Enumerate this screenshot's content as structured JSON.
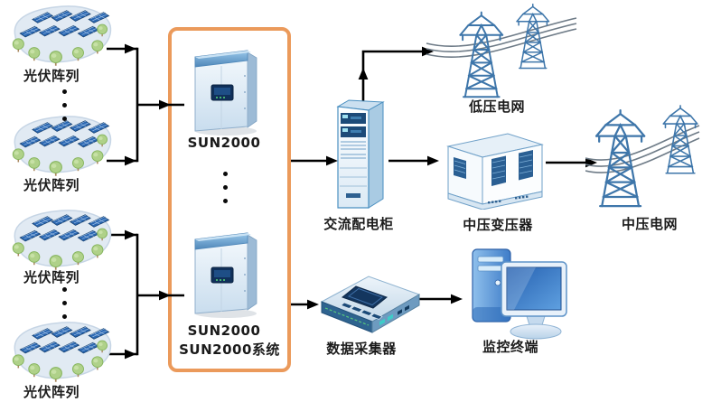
{
  "diagram": {
    "labels": {
      "pv_array": "光伏阵列",
      "inverter": "SUN2000",
      "system_box": "SUN2000系统",
      "ac_cabinet": "交流配电柜",
      "lv_grid": "低压电网",
      "mv_transformer": "中压变压器",
      "mv_grid": "中压电网",
      "data_collector": "数据采集器",
      "monitor_terminal": "监控终端"
    },
    "icons": {
      "pv_array": "solar-panel-field-icon",
      "inverter": "inverter-unit-icon",
      "ac_cabinet": "distribution-cabinet-icon",
      "lv_grid": "transmission-towers-icon",
      "mv_transformer": "transformer-station-icon",
      "mv_grid": "transmission-towers-icon",
      "data_collector": "data-logger-icon",
      "monitor_terminal": "desktop-computer-icon",
      "ellipsis": "vertical-dots-icon"
    },
    "colors": {
      "system_box_border": "#EB9A5B",
      "connector": "#000000",
      "label_text": "#1B1B1B",
      "panel_blue": "#2A67B2",
      "tower_steel_blue": "#3E76AA"
    },
    "connections": [
      {
        "from": "pv_array_1",
        "to": "sun2000_1"
      },
      {
        "from": "pv_array_2",
        "to": "sun2000_1"
      },
      {
        "from": "pv_array_3",
        "to": "sun2000_2"
      },
      {
        "from": "pv_array_4",
        "to": "sun2000_2"
      },
      {
        "from": "sun2000_system",
        "to": "ac_cabinet"
      },
      {
        "from": "ac_cabinet",
        "to": "lv_grid"
      },
      {
        "from": "ac_cabinet",
        "to": "mv_transformer"
      },
      {
        "from": "mv_transformer",
        "to": "mv_grid"
      },
      {
        "from": "sun2000_system",
        "to": "data_collector"
      },
      {
        "from": "data_collector",
        "to": "monitor_terminal"
      }
    ]
  }
}
